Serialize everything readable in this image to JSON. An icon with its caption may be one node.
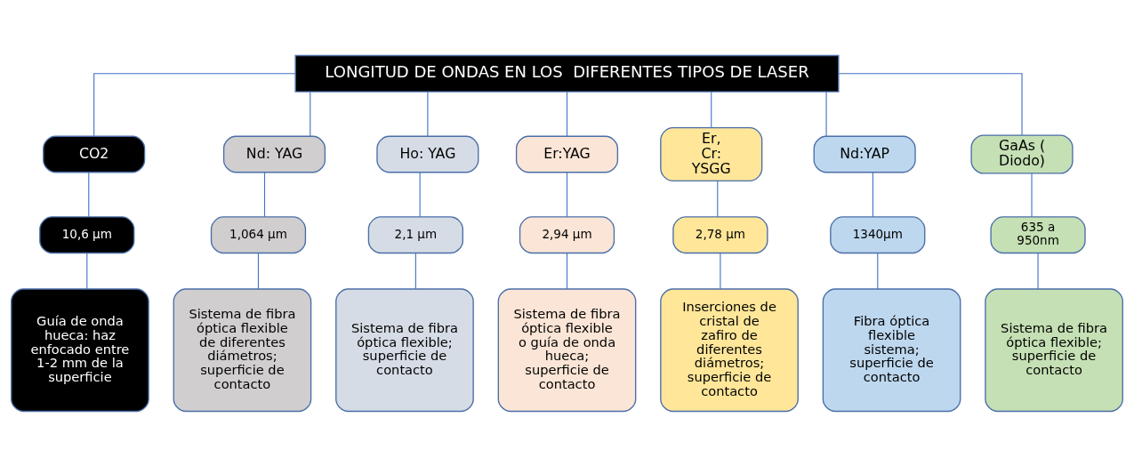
{
  "diagram": {
    "nodes": [
      {
        "text": [
          "LONGITUD DE ONDAS EN LOS  DIFERENTES TIPOS DE LASER"
        ]
      },
      {
        "text": [
          "CO2"
        ]
      },
      {
        "text": [
          "Nd: YAG"
        ]
      },
      {
        "text": [
          "Ho: YAG"
        ]
      },
      {
        "text": [
          "Er:YAG"
        ]
      },
      {
        "text": [
          "Er, Cr: YSGG"
        ]
      },
      {
        "text": [
          "Nd:YAP"
        ]
      },
      {
        "text": [
          "GaAs (Diodo)"
        ]
      },
      {
        "text": [
          "10,6 µm"
        ]
      },
      {
        "text": [
          "1,064 µm"
        ]
      },
      {
        "text": [
          "2,1 µm"
        ]
      },
      {
        "text": [
          "2,94 µm"
        ]
      },
      {
        "text": [
          "2,78 µm"
        ]
      },
      {
        "text": [
          "1340µm"
        ]
      },
      {
        "text": [
          "635 a 950nm"
        ]
      },
      {
        "text": [
          "Guía de onda hueca: haz enfocado entre 1-2 mm de la superficie"
        ]
      },
      {
        "text": [
          "Sistema de fibra óptica flexible de diferentes diámetros; superficie de contacto"
        ]
      },
      {
        "text": [
          "Sistema de fibra óptica flexible; superficie de contacto"
        ]
      },
      {
        "text": [
          "Sistema de fibra óptica flexible o guía de onda hueca; superficie de contacto"
        ]
      },
      {
        "text": [
          "Inserciones de cristal de zafiro de diferentes diámetros; superficie de contacto"
        ]
      },
      {
        "text": [
          "Fibra óptica flexible sistema; superficie de contacto"
        ]
      },
      {
        "text": [
          "Sistema de fibra óptica flexible; superficie de contacto"
        ]
      }
    ],
    "edges": [
      {
        "from": 0,
        "to": 1,
        "arrow": "none"
      },
      {
        "from": 0,
        "to": 2,
        "arrow": "none"
      },
      {
        "from": 0,
        "to": 3,
        "arrow": "none"
      },
      {
        "from": 0,
        "to": 4,
        "arrow": "none"
      },
      {
        "from": 0,
        "to": 5,
        "arrow": "none"
      },
      {
        "from": 0,
        "to": 6,
        "arrow": "none"
      },
      {
        "from": 0,
        "to": 7,
        "arrow": "none"
      },
      {
        "from": 1,
        "to": 8,
        "arrow": "none"
      },
      {
        "from": 2,
        "to": 9,
        "arrow": "none"
      },
      {
        "from": 3,
        "to": 10,
        "arrow": "none"
      },
      {
        "from": 4,
        "to": 11,
        "arrow": "none"
      },
      {
        "from": 5,
        "to": 12,
        "arrow": "none"
      },
      {
        "from": 6,
        "to": 13,
        "arrow": "none"
      },
      {
        "from": 7,
        "to": 14,
        "arrow": "none"
      },
      {
        "from": 8,
        "to": 15,
        "arrow": "none"
      },
      {
        "from": 9,
        "to": 16,
        "arrow": "none"
      },
      {
        "from": 10,
        "to": 17,
        "arrow": "none"
      },
      {
        "from": 11,
        "to": 18,
        "arrow": "none"
      },
      {
        "from": 12,
        "to": 19,
        "arrow": "none"
      },
      {
        "from": 13,
        "to": 20,
        "arrow": "none"
      },
      {
        "from": 14,
        "to": 21,
        "arrow": "none"
      }
    ]
  }
}
